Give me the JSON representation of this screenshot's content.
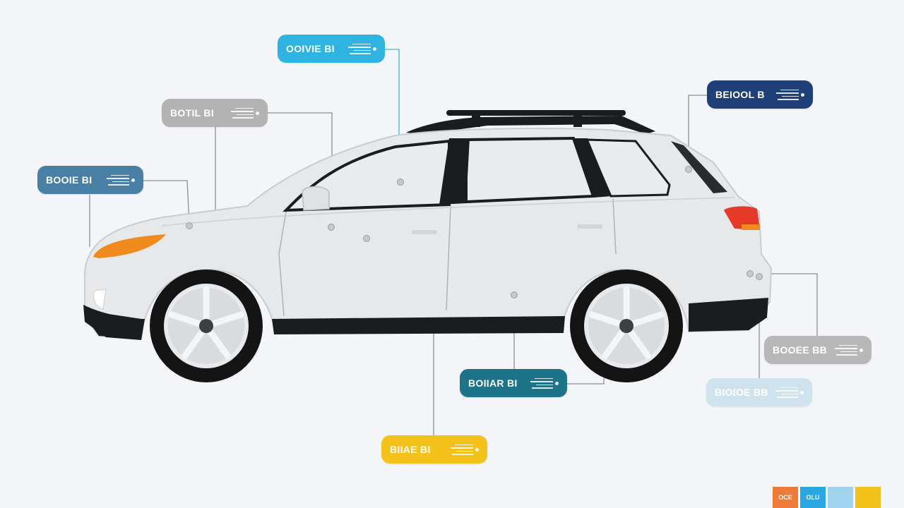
{
  "callouts": [
    {
      "id": "cyan-top",
      "label": "OOIVIE BI",
      "color": "#2fb3e0"
    },
    {
      "id": "gray-left",
      "label": "BOTIL BI",
      "color": "#b3b3b3"
    },
    {
      "id": "steel-left",
      "label": "BOOIE BI",
      "color": "#4a7fa5"
    },
    {
      "id": "navy-right",
      "label": "BEIOOL B",
      "color": "#1f3f78"
    },
    {
      "id": "gray-right",
      "label": "BOOEE BB",
      "color": "#b8b8b8"
    },
    {
      "id": "pale-right",
      "label": "BIOIOE BB",
      "color": "#cfe3ee"
    },
    {
      "id": "teal-bottom",
      "label": "BOIIAR BI",
      "color": "#1d7388"
    },
    {
      "id": "yellow-bottom",
      "label": "BIIAE BI",
      "color": "#f5c21b"
    }
  ],
  "legend": [
    {
      "label": "OCE",
      "color": "#ef7b3a"
    },
    {
      "label": "OLU",
      "color": "#2aa6e0"
    },
    {
      "label": "",
      "color": "#9fd3ee"
    },
    {
      "label": "",
      "color": "#f3c21b"
    }
  ],
  "colors": {
    "background": "#f3f5f8",
    "body": "#e6e8ea",
    "body_shade": "#cfd3d6",
    "glass": "#e9ecee",
    "trim": "#1b1c1e",
    "tire": "#141414",
    "rim": "#e7e9ec",
    "headlight": "#f08a1c",
    "taillight": "#e53a2a",
    "leader_line": "#8d8f92"
  }
}
